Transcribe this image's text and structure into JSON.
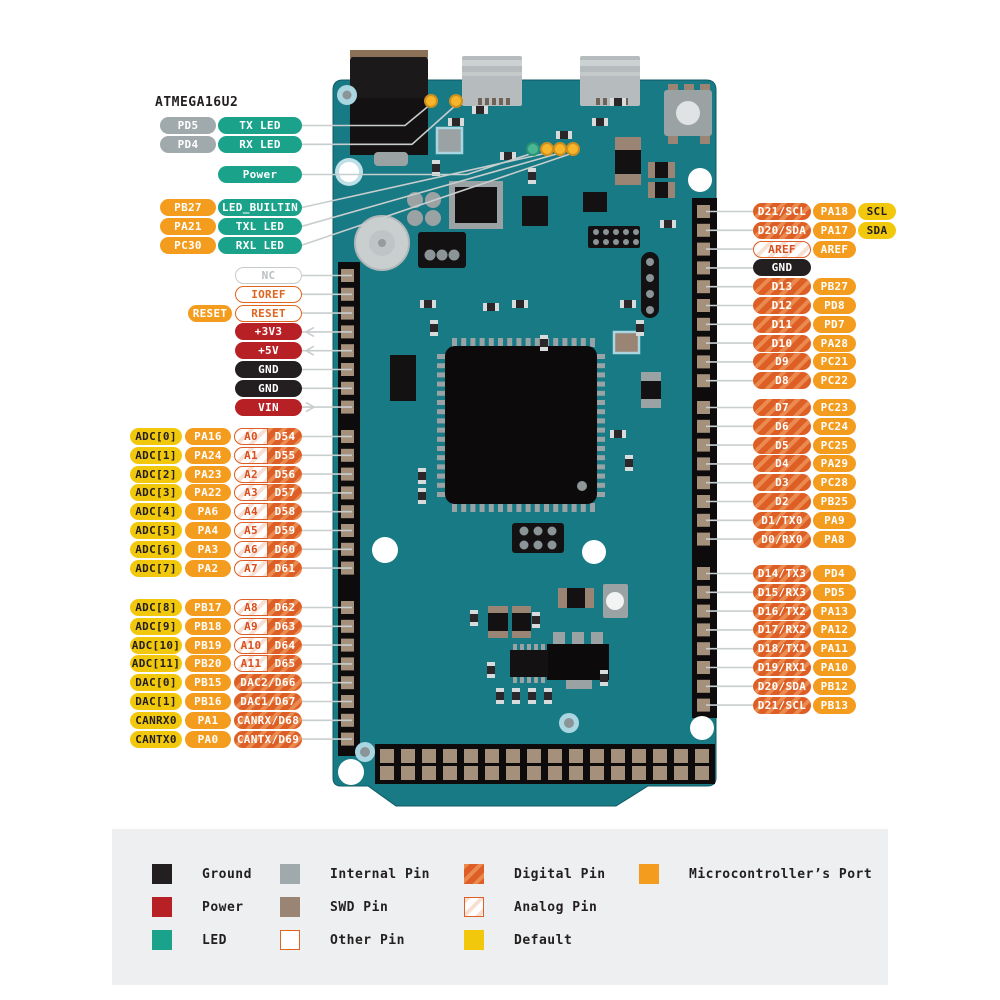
{
  "board_colors": {
    "pcb": "#187a85",
    "port": "#f49c1e",
    "digital": "#de5f26",
    "default": "#f2c80d",
    "power": "#b72025",
    "ground": "#231f20",
    "led": "#1aa28a",
    "internal": "#a0a9ac",
    "swd": "#9a8473",
    "analog_text": "#d94f1e",
    "leader_line": "#c8cdce"
  },
  "pins": {
    "left_groups": [
      {
        "id": "mcu",
        "header": "ATMEGA16U2",
        "rows": [
          [
            {
              "t": "PD5",
              "k": "internal"
            },
            {
              "t": "TX LED",
              "k": "led"
            }
          ],
          [
            {
              "t": "PD4",
              "k": "internal"
            },
            {
              "t": "RX LED",
              "k": "led"
            }
          ]
        ]
      },
      {
        "id": "power-led",
        "rows": [
          [
            {
              "t": "Power",
              "k": "led"
            }
          ]
        ]
      },
      {
        "id": "board-leds",
        "rows": [
          [
            {
              "t": "PB27",
              "k": "port"
            },
            {
              "t": "LED_BUILTIN",
              "k": "led"
            }
          ],
          [
            {
              "t": "PA21",
              "k": "port"
            },
            {
              "t": "TXL LED",
              "k": "led"
            }
          ],
          [
            {
              "t": "PC30",
              "k": "port"
            },
            {
              "t": "RXL LED",
              "k": "led"
            }
          ]
        ]
      },
      {
        "id": "system",
        "rows": [
          [
            {
              "t": "NC",
              "k": "nc"
            }
          ],
          [
            {
              "t": "IOREF",
              "k": "other"
            }
          ],
          [
            {
              "t": "RESET",
              "k": "port"
            },
            {
              "t": "RESET",
              "k": "other"
            }
          ],
          [
            {
              "t": "+3V3",
              "k": "power"
            }
          ],
          [
            {
              "t": "+5V",
              "k": "power"
            }
          ],
          [
            {
              "t": "GND",
              "k": "ground"
            }
          ],
          [
            {
              "t": "GND",
              "k": "ground"
            }
          ],
          [
            {
              "t": "VIN",
              "k": "power"
            }
          ]
        ]
      },
      {
        "id": "adc-a",
        "rows": [
          [
            {
              "t": "ADC[0]",
              "k": "default"
            },
            {
              "t": "PA16",
              "k": "port"
            },
            {
              "t": "A0",
              "k": "analog"
            },
            {
              "t": "D54",
              "k": "digital"
            }
          ],
          [
            {
              "t": "ADC[1]",
              "k": "default"
            },
            {
              "t": "PA24",
              "k": "port"
            },
            {
              "t": "A1",
              "k": "analog"
            },
            {
              "t": "D55",
              "k": "digital"
            }
          ],
          [
            {
              "t": "ADC[2]",
              "k": "default"
            },
            {
              "t": "PA23",
              "k": "port"
            },
            {
              "t": "A2",
              "k": "analog"
            },
            {
              "t": "D56",
              "k": "digital"
            }
          ],
          [
            {
              "t": "ADC[3]",
              "k": "default"
            },
            {
              "t": "PA22",
              "k": "port"
            },
            {
              "t": "A3",
              "k": "analog"
            },
            {
              "t": "D57",
              "k": "digital"
            }
          ],
          [
            {
              "t": "ADC[4]",
              "k": "default"
            },
            {
              "t": "PA6",
              "k": "port"
            },
            {
              "t": "A4",
              "k": "analog"
            },
            {
              "t": "D58",
              "k": "digital"
            }
          ],
          [
            {
              "t": "ADC[5]",
              "k": "default"
            },
            {
              "t": "PA4",
              "k": "port"
            },
            {
              "t": "A5",
              "k": "analog"
            },
            {
              "t": "D59",
              "k": "digital"
            }
          ],
          [
            {
              "t": "ADC[6]",
              "k": "default"
            },
            {
              "t": "PA3",
              "k": "port"
            },
            {
              "t": "A6",
              "k": "analog"
            },
            {
              "t": "D60",
              "k": "digital"
            }
          ],
          [
            {
              "t": "ADC[7]",
              "k": "default"
            },
            {
              "t": "PA2",
              "k": "port"
            },
            {
              "t": "A7",
              "k": "analog"
            },
            {
              "t": "D61",
              "k": "digital"
            }
          ]
        ]
      },
      {
        "id": "adc-b",
        "rows": [
          [
            {
              "t": "ADC[8]",
              "k": "default"
            },
            {
              "t": "PB17",
              "k": "port"
            },
            {
              "t": "A8",
              "k": "analog"
            },
            {
              "t": "D62",
              "k": "digital"
            }
          ],
          [
            {
              "t": "ADC[9]",
              "k": "default"
            },
            {
              "t": "PB18",
              "k": "port"
            },
            {
              "t": "A9",
              "k": "analog"
            },
            {
              "t": "D63",
              "k": "digital"
            }
          ],
          [
            {
              "t": "ADC[10]",
              "k": "default"
            },
            {
              "t": "PB19",
              "k": "port"
            },
            {
              "t": "A10",
              "k": "analog"
            },
            {
              "t": "D64",
              "k": "digital"
            }
          ],
          [
            {
              "t": "ADC[11]",
              "k": "default"
            },
            {
              "t": "PB20",
              "k": "port"
            },
            {
              "t": "A11",
              "k": "analog"
            },
            {
              "t": "D65",
              "k": "digital"
            }
          ],
          [
            {
              "t": "DAC[0]",
              "k": "default"
            },
            {
              "t": "PB15",
              "k": "port"
            },
            {
              "t": "DAC2/D66",
              "k": "digital"
            }
          ],
          [
            {
              "t": "DAC[1]",
              "k": "default"
            },
            {
              "t": "PB16",
              "k": "port"
            },
            {
              "t": "DAC1/D67",
              "k": "digital"
            }
          ],
          [
            {
              "t": "CANRX0",
              "k": "default"
            },
            {
              "t": "PA1",
              "k": "port"
            },
            {
              "t": "CANRX/D68",
              "k": "digital"
            }
          ],
          [
            {
              "t": "CANTX0",
              "k": "default"
            },
            {
              "t": "PA0",
              "k": "port"
            },
            {
              "t": "CANTX/D69",
              "k": "digital"
            }
          ]
        ]
      }
    ],
    "right_groups": [
      {
        "id": "right-top",
        "rows": [
          [
            {
              "t": "D21/SCL",
              "k": "digital"
            },
            {
              "t": "PA18",
              "k": "port"
            },
            {
              "t": "SCL",
              "k": "default"
            }
          ],
          [
            {
              "t": "D20/SDA",
              "k": "digital"
            },
            {
              "t": "PA17",
              "k": "port"
            },
            {
              "t": "SDA",
              "k": "default"
            }
          ],
          [
            {
              "t": "AREF",
              "k": "analog"
            },
            {
              "t": "AREF",
              "k": "port"
            }
          ],
          [
            {
              "t": "GND",
              "k": "ground"
            }
          ],
          [
            {
              "t": "D13",
              "k": "digital"
            },
            {
              "t": "PB27",
              "k": "port"
            }
          ],
          [
            {
              "t": "D12",
              "k": "digital"
            },
            {
              "t": "PD8",
              "k": "port"
            }
          ],
          [
            {
              "t": "D11",
              "k": "digital"
            },
            {
              "t": "PD7",
              "k": "port"
            }
          ],
          [
            {
              "t": "D10",
              "k": "digital"
            },
            {
              "t": "PA28",
              "k": "port"
            }
          ],
          [
            {
              "t": "D9",
              "k": "digital"
            },
            {
              "t": "PC21",
              "k": "port"
            }
          ],
          [
            {
              "t": "D8",
              "k": "digital"
            },
            {
              "t": "PC22",
              "k": "port"
            }
          ]
        ]
      },
      {
        "id": "right-mid",
        "rows": [
          [
            {
              "t": "D7",
              "k": "digital"
            },
            {
              "t": "PC23",
              "k": "port"
            }
          ],
          [
            {
              "t": "D6",
              "k": "digital"
            },
            {
              "t": "PC24",
              "k": "port"
            }
          ],
          [
            {
              "t": "D5",
              "k": "digital"
            },
            {
              "t": "PC25",
              "k": "port"
            }
          ],
          [
            {
              "t": "D4",
              "k": "digital"
            },
            {
              "t": "PA29",
              "k": "port"
            }
          ],
          [
            {
              "t": "D3",
              "k": "digital"
            },
            {
              "t": "PC28",
              "k": "port"
            }
          ],
          [
            {
              "t": "D2",
              "k": "digital"
            },
            {
              "t": "PB25",
              "k": "port"
            }
          ],
          [
            {
              "t": "D1/TX0",
              "k": "digital"
            },
            {
              "t": "PA9",
              "k": "port"
            }
          ],
          [
            {
              "t": "D0/RX0",
              "k": "digital"
            },
            {
              "t": "PA8",
              "k": "port"
            }
          ]
        ]
      },
      {
        "id": "right-bottom",
        "rows": [
          [
            {
              "t": "D14/TX3",
              "k": "digital"
            },
            {
              "t": "PD4",
              "k": "port"
            }
          ],
          [
            {
              "t": "D15/RX3",
              "k": "digital"
            },
            {
              "t": "PD5",
              "k": "port"
            }
          ],
          [
            {
              "t": "D16/TX2",
              "k": "digital"
            },
            {
              "t": "PA13",
              "k": "port"
            }
          ],
          [
            {
              "t": "D17/RX2",
              "k": "digital"
            },
            {
              "t": "PA12",
              "k": "port"
            }
          ],
          [
            {
              "t": "D18/TX1",
              "k": "digital"
            },
            {
              "t": "PA11",
              "k": "port"
            }
          ],
          [
            {
              "t": "D19/RX1",
              "k": "digital"
            },
            {
              "t": "PA10",
              "k": "port"
            }
          ],
          [
            {
              "t": "D20/SDA",
              "k": "digital"
            },
            {
              "t": "PB12",
              "k": "port"
            }
          ],
          [
            {
              "t": "D21/SCL",
              "k": "digital"
            },
            {
              "t": "PB13",
              "k": "port"
            }
          ]
        ]
      }
    ]
  },
  "legend": {
    "columns": [
      [
        {
          "label": "Ground",
          "type": "ground"
        },
        {
          "label": "Power",
          "type": "power"
        },
        {
          "label": "LED",
          "type": "led"
        }
      ],
      [
        {
          "label": "Internal Pin",
          "type": "internal"
        },
        {
          "label": "SWD Pin",
          "type": "swd"
        },
        {
          "label": "Other Pin",
          "type": "other"
        }
      ],
      [
        {
          "label": "Digital Pin",
          "type": "digital"
        },
        {
          "label": "Analog Pin",
          "type": "analog"
        },
        {
          "label": "Default",
          "type": "default"
        }
      ],
      [
        {
          "label": "Microcontroller’s Port",
          "type": "port"
        }
      ]
    ]
  }
}
